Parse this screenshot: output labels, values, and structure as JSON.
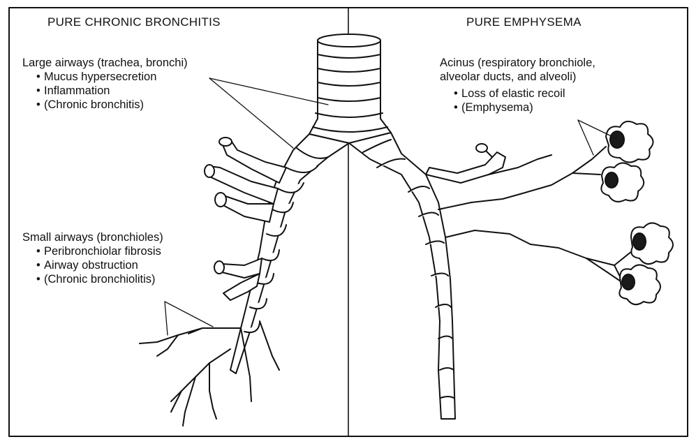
{
  "colors": {
    "ink": "#111111",
    "paper": "#ffffff",
    "lesion": "#1a1a1a"
  },
  "left_panel": {
    "title": "PURE CHRONIC BRONCHITIS",
    "large_airways": {
      "heading": "Large airways (trachea, bronchi)",
      "items": [
        "Mucus hypersecretion",
        "Inflammation",
        "(Chronic bronchitis)"
      ]
    },
    "small_airways": {
      "heading": "Small airways (bronchioles)",
      "items": [
        "Peribronchiolar fibrosis",
        "Airway obstruction",
        "(Chronic bronchiolitis)"
      ]
    }
  },
  "right_panel": {
    "title": "PURE EMPHYSEMA",
    "acinus": {
      "heading_line1": "Acinus (respiratory bronchiole,",
      "heading_line2": "alveolar ducts, and alveoli)",
      "items": [
        "Loss of elastic recoil",
        "(Emphysema)"
      ]
    }
  }
}
